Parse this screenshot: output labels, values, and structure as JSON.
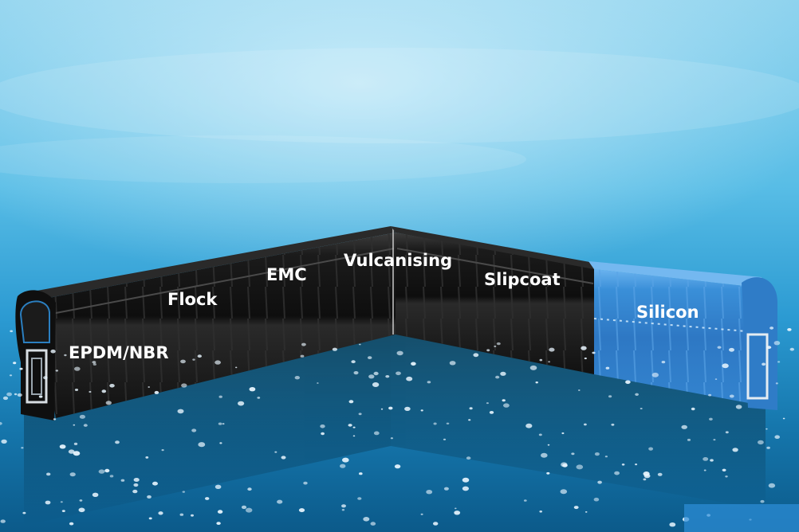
{
  "colors": {
    "sky_top": "#9fdcf0",
    "sky_mid": "#4fb6e2",
    "water_deep": "#064b73",
    "profile_dark": "#141414",
    "silicon_blue": "#3a8fd8"
  },
  "labels": {
    "epdm": "EPDM/NBR",
    "flock": "Flock",
    "emc": "EMC",
    "vulcanising": "Vulcanising",
    "slipcoat": "Slipcoat",
    "silicon": "Silicon"
  }
}
